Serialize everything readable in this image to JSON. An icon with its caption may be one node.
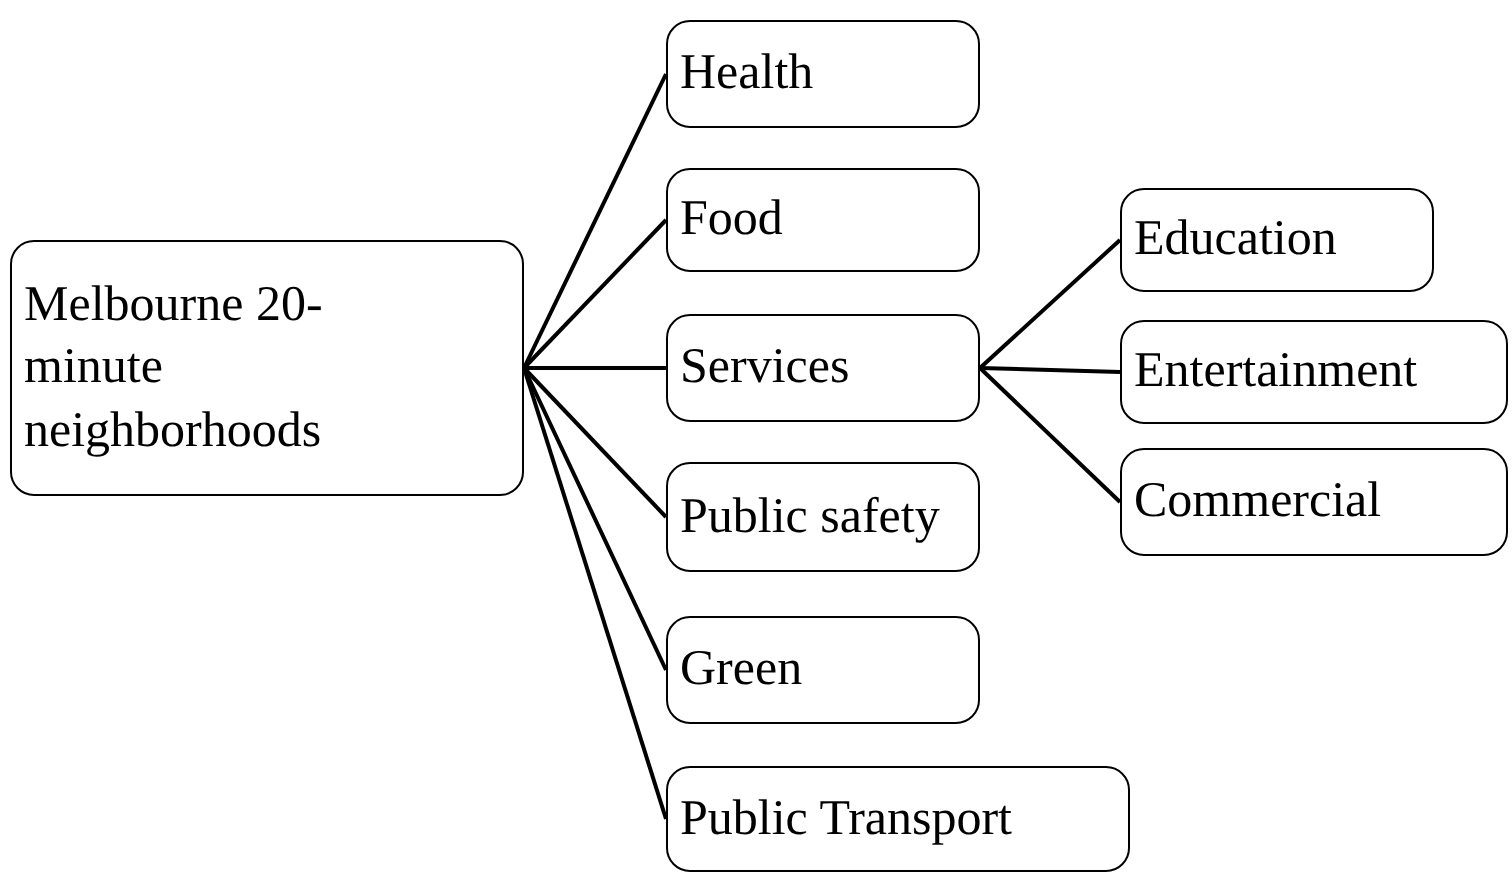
{
  "diagram": {
    "nodes": [
      {
        "text": [
          "Melbourne 20-minute neighborhoods"
        ]
      },
      {
        "text": [
          "Health"
        ]
      },
      {
        "text": [
          "Food"
        ]
      },
      {
        "text": [
          "Services"
        ]
      },
      {
        "text": [
          "Public safety"
        ]
      },
      {
        "text": [
          "Green"
        ]
      },
      {
        "text": [
          "Public Transport"
        ]
      },
      {
        "text": [
          "Education"
        ]
      },
      {
        "text": [
          "Entertainment"
        ]
      },
      {
        "text": [
          "Commercial"
        ]
      }
    ],
    "edges": [
      {
        "from": 0,
        "to": 1,
        "arrow": "none"
      },
      {
        "from": 0,
        "to": 2,
        "arrow": "none"
      },
      {
        "from": 0,
        "to": 3,
        "arrow": "none"
      },
      {
        "from": 0,
        "to": 4,
        "arrow": "none"
      },
      {
        "from": 0,
        "to": 5,
        "arrow": "none"
      },
      {
        "from": 0,
        "to": 6,
        "arrow": "none"
      },
      {
        "from": 3,
        "to": 7,
        "arrow": "none"
      },
      {
        "from": 3,
        "to": 8,
        "arrow": "none"
      },
      {
        "from": 3,
        "to": 9,
        "arrow": "none"
      }
    ]
  }
}
